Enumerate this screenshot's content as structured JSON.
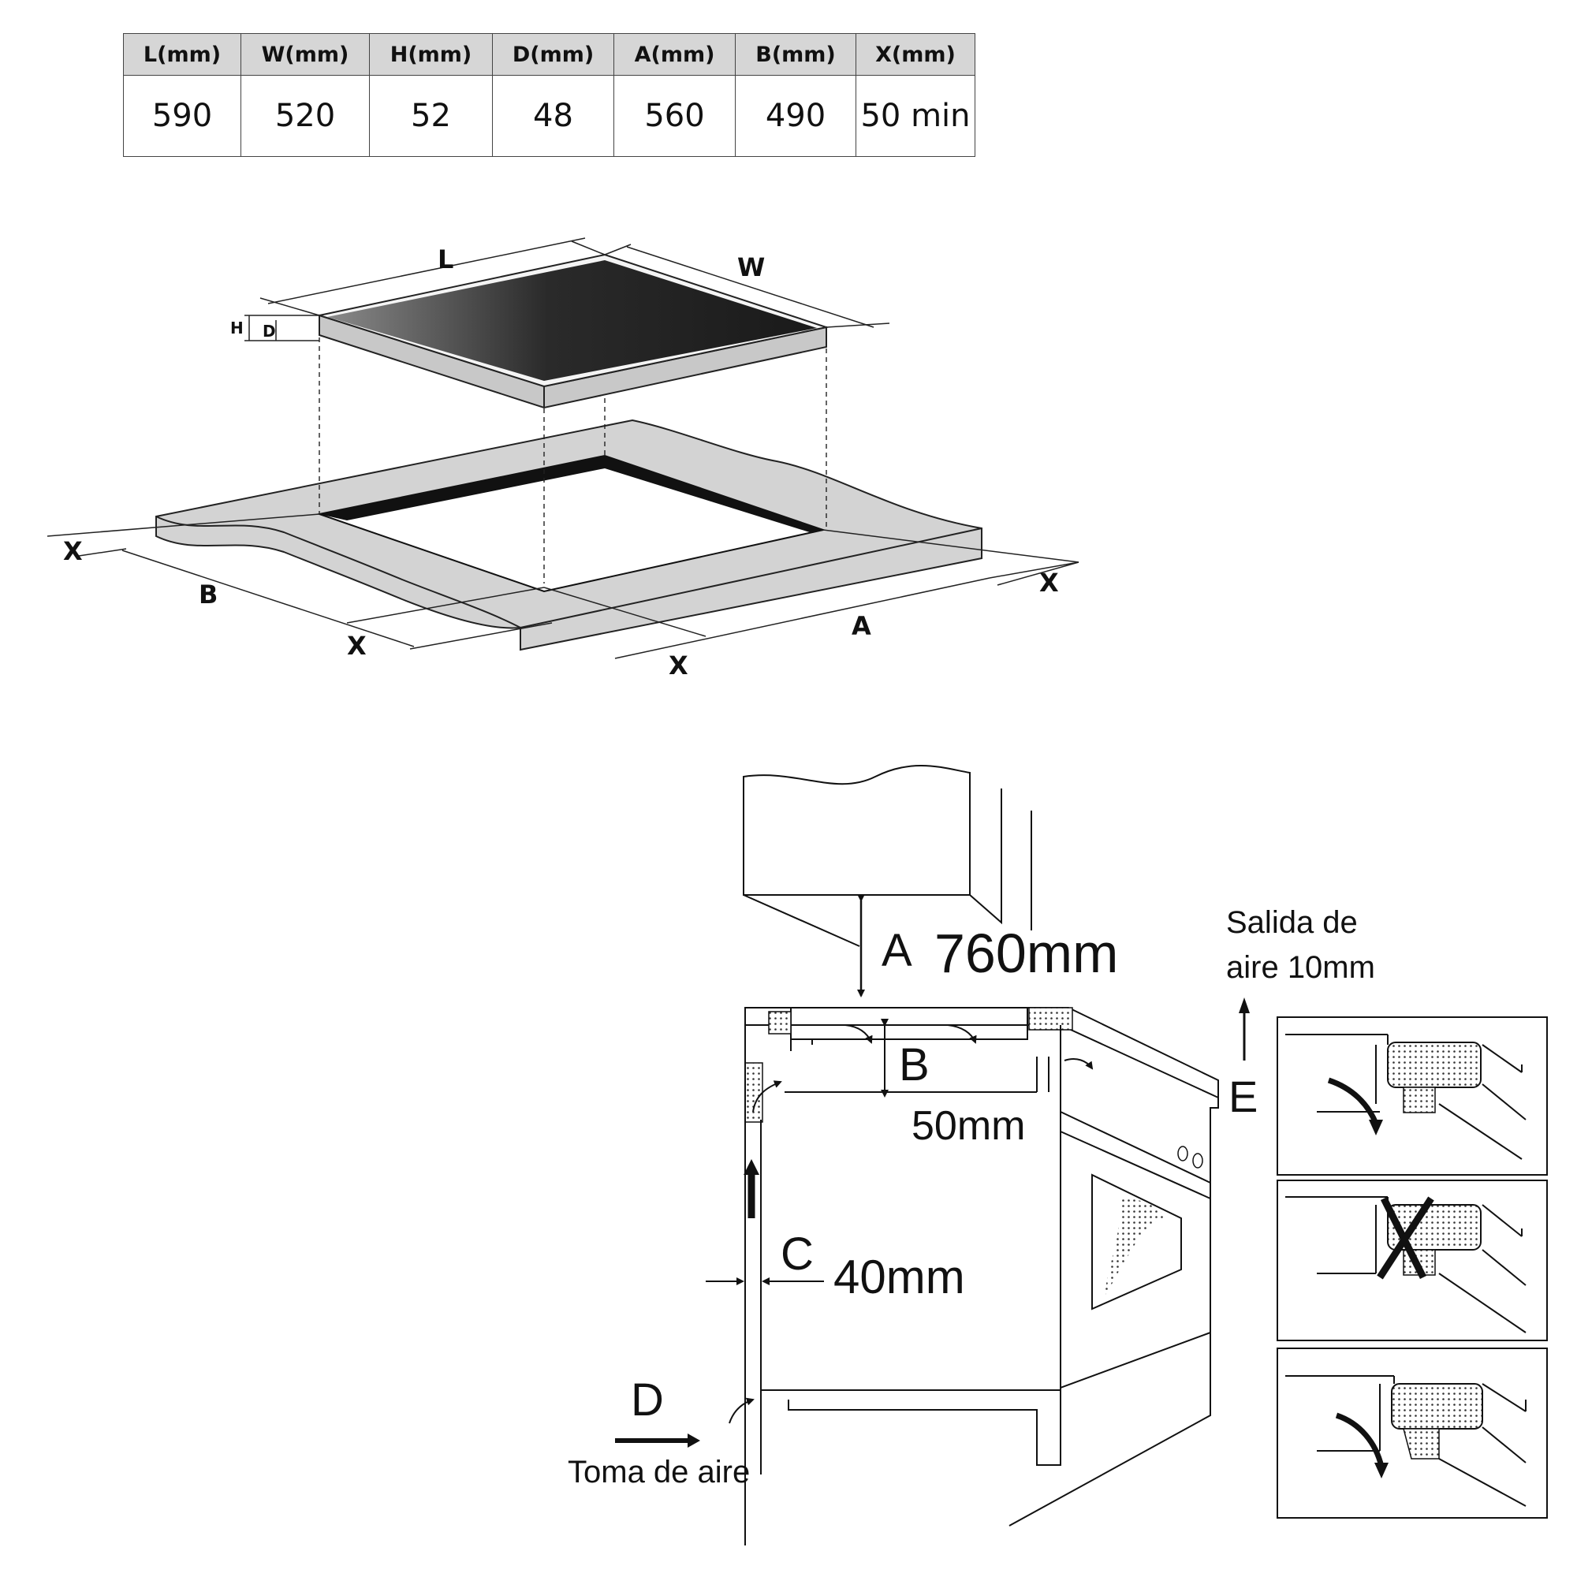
{
  "table": {
    "headers": [
      "L(mm)",
      "W(mm)",
      "H(mm)",
      "D(mm)",
      "A(mm)",
      "B(mm)",
      "X(mm)"
    ],
    "values": [
      "590",
      "520",
      "52",
      "48",
      "560",
      "490",
      "50 min"
    ]
  },
  "hob_diagram": {
    "labels": {
      "L": "L",
      "W": "W",
      "H": "H",
      "D": "D",
      "B": "B",
      "A": "A",
      "X": "X"
    }
  },
  "ventilation_diagram": {
    "a_letter": "A",
    "a_value": "760mm",
    "b_letter": "B",
    "b_value": "50mm",
    "c_letter": "C",
    "c_value": "40mm",
    "d_letter": "D",
    "d_text": "Toma de aire",
    "e_letter": "E",
    "e_text_line1": "Salida de",
    "e_text_line2": "aire 10mm"
  }
}
